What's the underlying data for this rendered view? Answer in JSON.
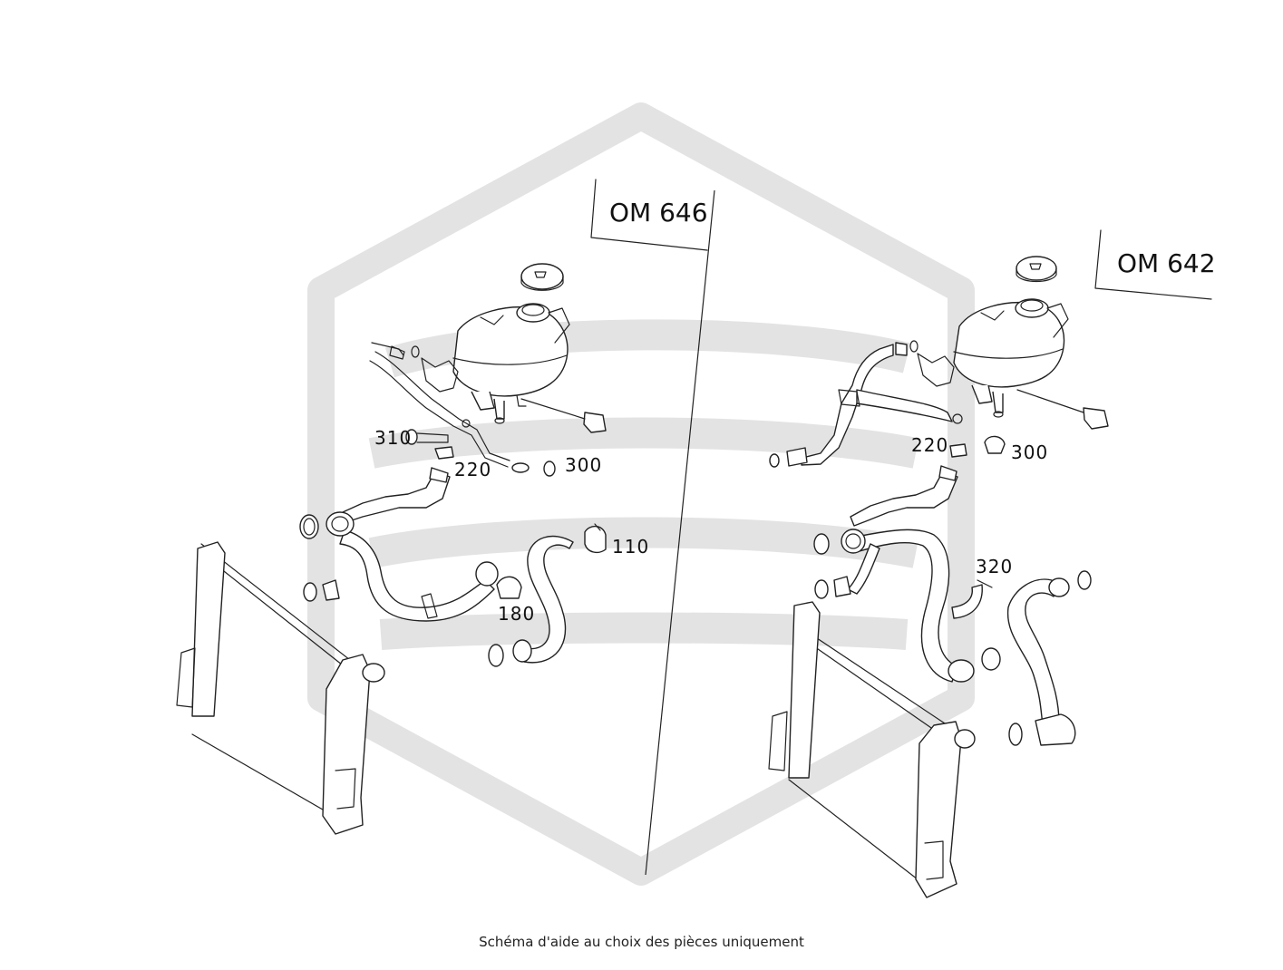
{
  "diagram": {
    "engines": [
      {
        "name": "OM 646"
      },
      {
        "name": "OM 642"
      }
    ],
    "callouts_om646": [
      "310",
      "220",
      "300",
      "110",
      "180"
    ],
    "callouts_om642": [
      "220",
      "300",
      "320"
    ],
    "watermark_color": "#e3e3e3",
    "line_color": "#222222"
  },
  "caption": "Schéma d'aide au choix des pièces uniquement"
}
